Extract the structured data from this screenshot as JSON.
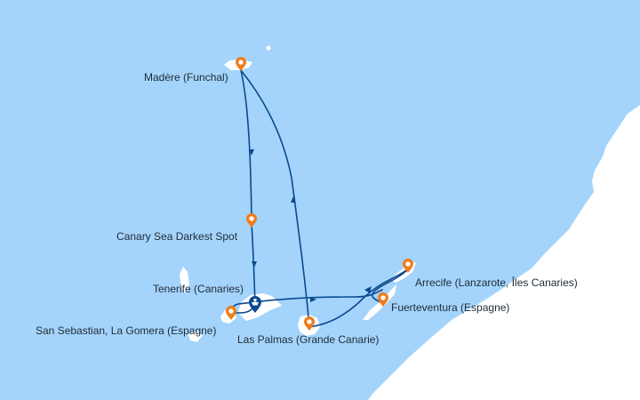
{
  "map": {
    "colors": {
      "sea": "#a4d4fb",
      "land": "#ffffff",
      "route": "#0b4a8f",
      "port_marker": "#f07c1a",
      "home_port_marker": "#0b4a8f"
    },
    "ports": [
      {
        "id": "funchal",
        "label": "Madère (Funchal)"
      },
      {
        "id": "darkest",
        "label": "Canary Sea Darkest Spot"
      },
      {
        "id": "tenerife",
        "label": "Tenerife (Canaries)",
        "home_port": true
      },
      {
        "id": "gomera",
        "label": "San Sebastian, La Gomera (Espagne)"
      },
      {
        "id": "laspalmas",
        "label": "Las Palmas (Grande Canarie)"
      },
      {
        "id": "arrecife",
        "label": "Arrecife (Lanzarote, Îles Canaries)"
      },
      {
        "id": "fuerteventura",
        "label": "Fuerteventura (Espagne)"
      }
    ]
  }
}
